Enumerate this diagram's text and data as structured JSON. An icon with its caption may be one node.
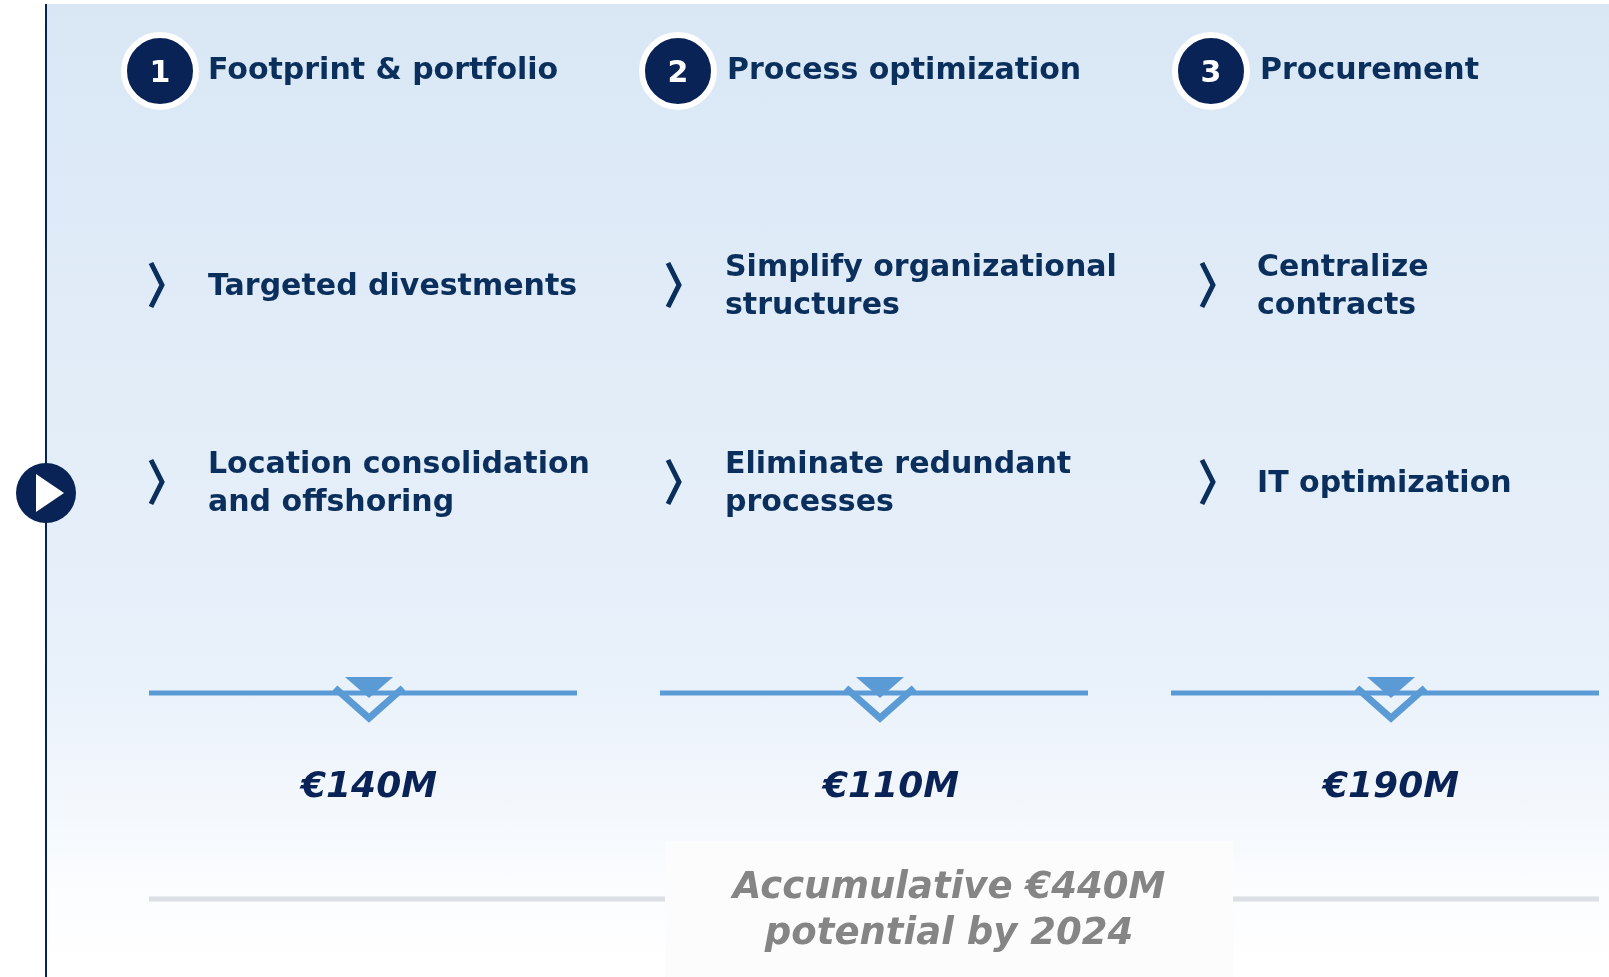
{
  "diagram": {
    "nodes": [
      {
        "text": [
          "1",
          "Footprint & portfolio"
        ]
      },
      {
        "text": [
          "2",
          "Process optimization"
        ]
      },
      {
        "text": [
          "3",
          "Procurement"
        ]
      },
      {
        "text": [
          "Accumulative €440M potential by 2024"
        ]
      }
    ],
    "edges": [],
    "labels": [
      "Targeted divestments",
      "Simplify organizational structures",
      "Centralize contracts",
      "Location consolidation and offshoring",
      "Eliminate redundant processes",
      "IT optimization",
      "€140M",
      "€110M",
      "€190M"
    ]
  }
}
